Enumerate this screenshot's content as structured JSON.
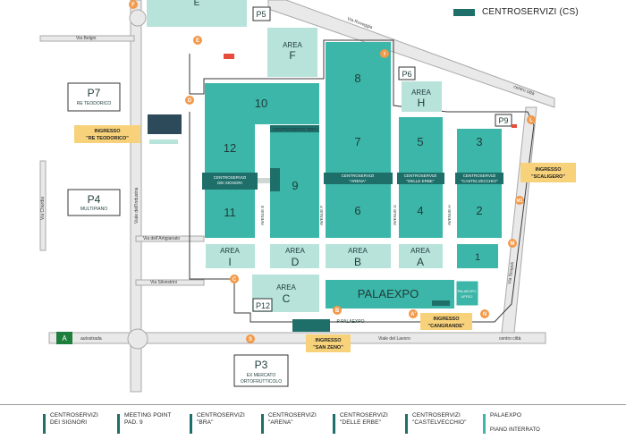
{
  "colors": {
    "hall": "#3cb6a8",
    "area": "#b7e3db",
    "cs": "#1e6f6a",
    "road": "#e6e6e6",
    "road_edge": "#a8a8a8",
    "pin": "#f2994a",
    "callout": "#f8d27a"
  },
  "legend_top": {
    "label": "CENTROSERVIZI (CS)"
  },
  "halls": {
    "h1": "1",
    "h2": "2",
    "h3": "3",
    "h4": "4",
    "h5": "5",
    "h6": "6",
    "h7": "7",
    "h8": "8",
    "h9": "9",
    "h10": "10",
    "h11": "11",
    "h12": "12",
    "palaexpo": "PALAEXPO"
  },
  "areas": {
    "area_word": "AREA",
    "a": "A",
    "b": "B",
    "c": "C",
    "d": "D",
    "f": "F",
    "h": "H",
    "i": "I",
    "e": "E"
  },
  "parkings": {
    "p3": "P3",
    "p3_sub1": "EX MERCATO",
    "p3_sub2": "ORTOFRUTTICOLO",
    "p4": "P4",
    "p4_sub": "MULTIPIANO",
    "p5": "P5",
    "p6": "P6",
    "p7": "P7",
    "p7_sub": "RE TEODORICO",
    "p9": "P9",
    "p12": "P12",
    "p_palaexpo": "P PALAEXPO"
  },
  "centroservizi_labels": {
    "signori_1": "CENTROSERVIZI",
    "signori_2": "DEI SIGNORI",
    "bra": "CENTROSERVIZI \"BRA\"",
    "arena_1": "CENTROSERVIZI",
    "arena_2": "\"ARENA\"",
    "erbe_1": "CENTROSERVIZI",
    "erbe_2": "\"DELLE ERBE\"",
    "castel_1": "CENTROSERVIZI",
    "castel_2": "\"CASTELVECCHIO\"",
    "palaexpo_uffici_1": "PALAEXPO",
    "palaexpo_uffici_2": "UFFICI"
  },
  "avenues": {
    "e": "AVENUE E",
    "f": "AVENUE F",
    "g": "AVENUE G",
    "h": "AVENUE H"
  },
  "streets": {
    "belgio": "Via Belgio",
    "roveggia": "Via Roveggia",
    "chardia": "Via Chardia",
    "industria": "Viale dell'Industria",
    "artigianato": "Via dell'Artigianato",
    "silvestrini": "Via Silvestrini",
    "lavoro": "Viale del Lavoro",
    "scopoli": "Via Scopoli",
    "autostrada": "autostrada",
    "centro_citta_1": "centro città",
    "centro_citta_2": "centro città"
  },
  "entrances": {
    "re_teodorico_1": "INGRESSO",
    "re_teodorico_2": "\"RE TEODORICO\"",
    "scaligero_1": "INGRESSO",
    "scaligero_2": "\"SCALIGERO\"",
    "cangrande_1": "INGRESSO",
    "cangrande_2": "\"CANGRANDE\"",
    "san_zeno_1": "INGRESSO",
    "san_zeno_2": "\"SAN ZENO\""
  },
  "pins": {
    "f": "F",
    "e": "E",
    "d": "D",
    "i": "I",
    "l": "L",
    "m1": "M1",
    "m": "M",
    "c": "C",
    "b": "B",
    "a": "A'",
    "n": "N",
    "s": "S"
  },
  "legend_bottom": [
    {
      "line1": "CENTROSERVIZI",
      "line2": "DEI SIGNORI"
    },
    {
      "line1": "MEETING POINT",
      "line2": "PAD. 9"
    },
    {
      "line1": "CENTROSERVIZI",
      "line2": "\"BRA\""
    },
    {
      "line1": "CENTROSERVIZI",
      "line2": "\"ARENA\""
    },
    {
      "line1": "CENTROSERVIZI",
      "line2": "\"DELLE ERBE\""
    },
    {
      "line1": "CENTROSERVIZI",
      "line2": "\"CASTELVECCHIO\""
    },
    {
      "line1": "PALAEXPO",
      "line2": "",
      "line3": "PIANO INTERRATO"
    }
  ]
}
